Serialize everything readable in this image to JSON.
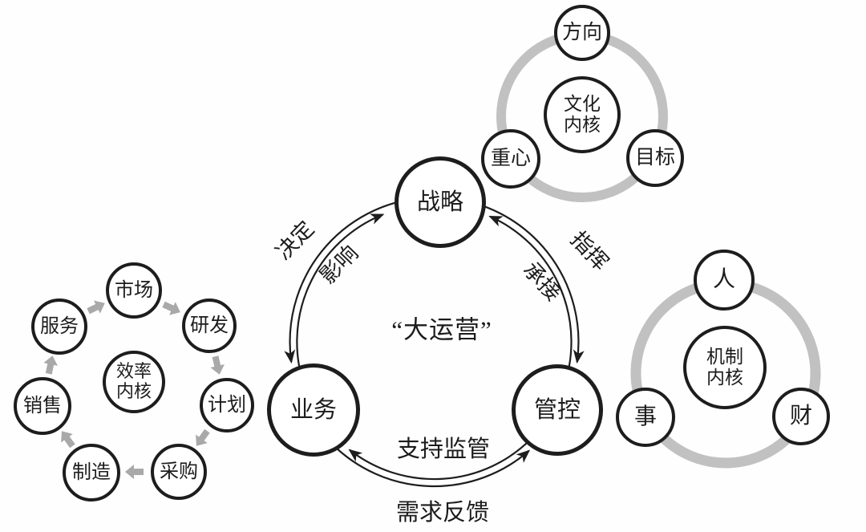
{
  "colors": {
    "ink": "#1d1d1d",
    "ring_gray": "#c1c1c1",
    "flow_arrow_gray": "#a9a9a9",
    "background": "#fefefe"
  },
  "main_cycle": {
    "center_label": "“大运营”",
    "nodes": {
      "strategy": "战略",
      "business": "业务",
      "control": "管控"
    },
    "edges": {
      "decide": "决定",
      "influence": "影响",
      "command": "指挥",
      "undertake": "承接",
      "support_supervise": "支持监管",
      "demand_feedback": "需求反馈"
    }
  },
  "value_chain": {
    "core": "效率\n内核",
    "nodes": [
      "市场",
      "研发",
      "计划",
      "采购",
      "制造",
      "销售",
      "服务"
    ]
  },
  "culture_ring": {
    "core": "文化\n内核",
    "top": "方向",
    "left": "重心",
    "right": "目标"
  },
  "mechanism_ring": {
    "core": "机制\n内核",
    "top": "人",
    "left": "事",
    "right": "财"
  }
}
